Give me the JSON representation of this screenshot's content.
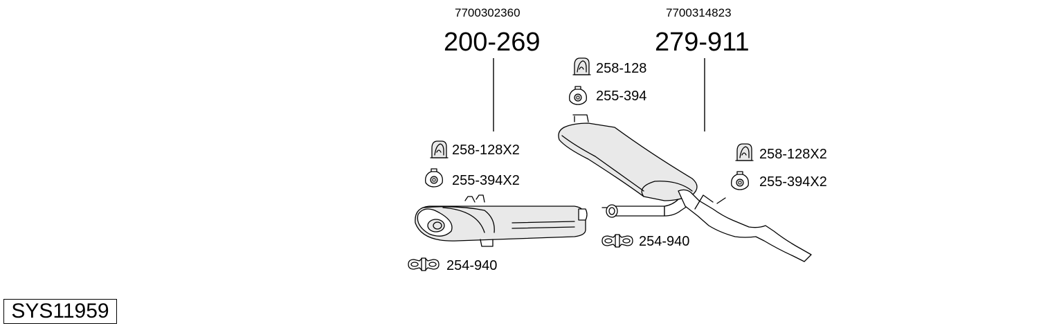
{
  "system_code": "SYS11959",
  "assemblies": [
    {
      "oe_number": "7700302360",
      "part_number": "200-269"
    },
    {
      "oe_number": "7700314823",
      "part_number": "279-911"
    }
  ],
  "fittings": [
    {
      "icon": "rubber-hanger-icon",
      "label": "258-128X2"
    },
    {
      "icon": "rubber-ring-icon",
      "label": "255-394X2"
    },
    {
      "icon": "clamp-icon",
      "label": "254-940"
    },
    {
      "icon": "rubber-hanger-icon",
      "label": "258-128"
    },
    {
      "icon": "rubber-ring-icon",
      "label": "255-394"
    },
    {
      "icon": "rubber-hanger-icon",
      "label": "258-128X2"
    },
    {
      "icon": "rubber-ring-icon",
      "label": "255-394X2"
    },
    {
      "icon": "clamp-icon",
      "label": "254-940"
    }
  ]
}
